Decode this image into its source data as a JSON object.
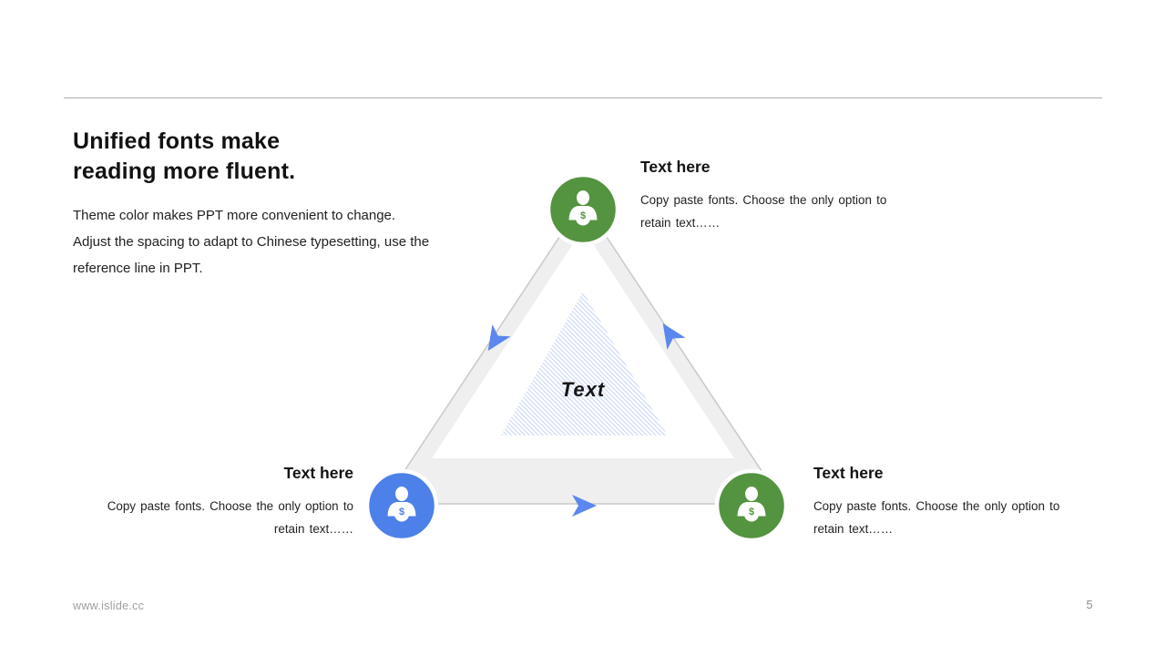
{
  "slide": {
    "title": "Unified fonts make\nreading more fluent.",
    "intro": "Theme color makes PPT more convenient to change.\nAdjust the spacing to adapt to Chinese typesetting, use the\nreference line in PPT.",
    "footer": {
      "website": "www.islide.cc",
      "page_number": "5"
    }
  },
  "diagram": {
    "center_label": "Text",
    "dollar_glyph": "$",
    "arrow_color": "#5b87ee",
    "band_fill": "#efefef",
    "band_stroke": "#c9c9c9",
    "hatch_color": "#ccd9f6",
    "nodes": [
      {
        "position": "top",
        "heading": "Text here",
        "body": "Copy paste fonts. Choose the only option to\nretain text……",
        "color": "#549340"
      },
      {
        "position": "bottom-left",
        "heading": "Text here",
        "body": "Copy paste fonts. Choose the only option to\nretain text……",
        "color": "#4d80e8"
      },
      {
        "position": "bottom-right",
        "heading": "Text here",
        "body": "Copy paste fonts. Choose the only option to\nretain text……",
        "color": "#549340"
      }
    ]
  }
}
